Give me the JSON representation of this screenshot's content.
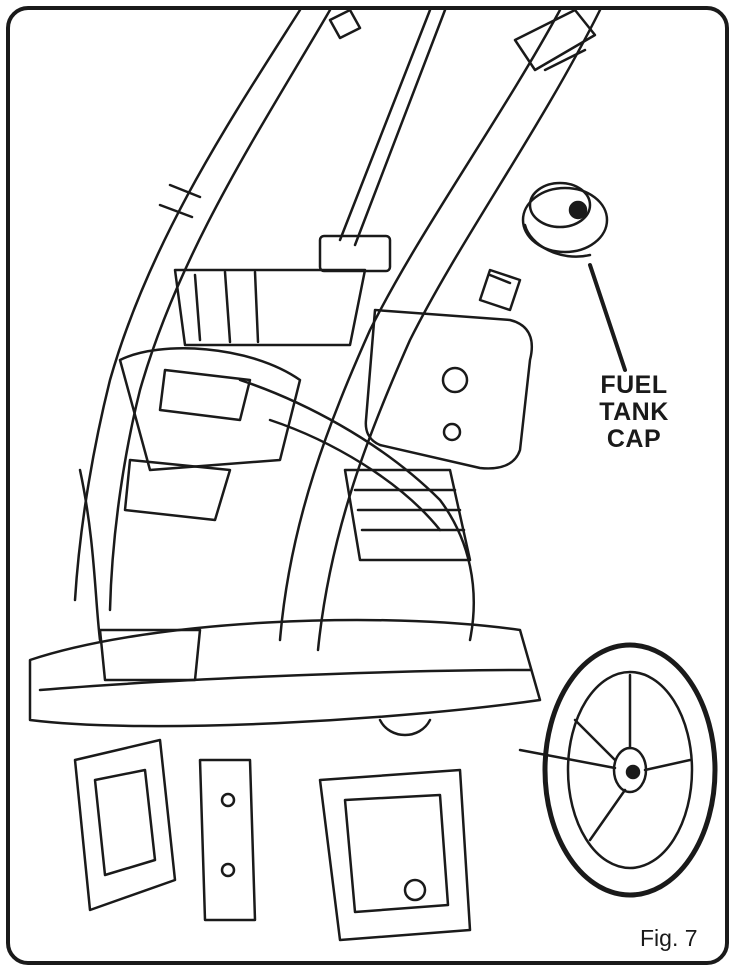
{
  "callout": {
    "line1": "FUEL TANK",
    "line2": "CAP"
  },
  "figure": {
    "label": "Fig. 7"
  },
  "colors": {
    "ink": "#1a1a1a",
    "paper": "#ffffff"
  }
}
